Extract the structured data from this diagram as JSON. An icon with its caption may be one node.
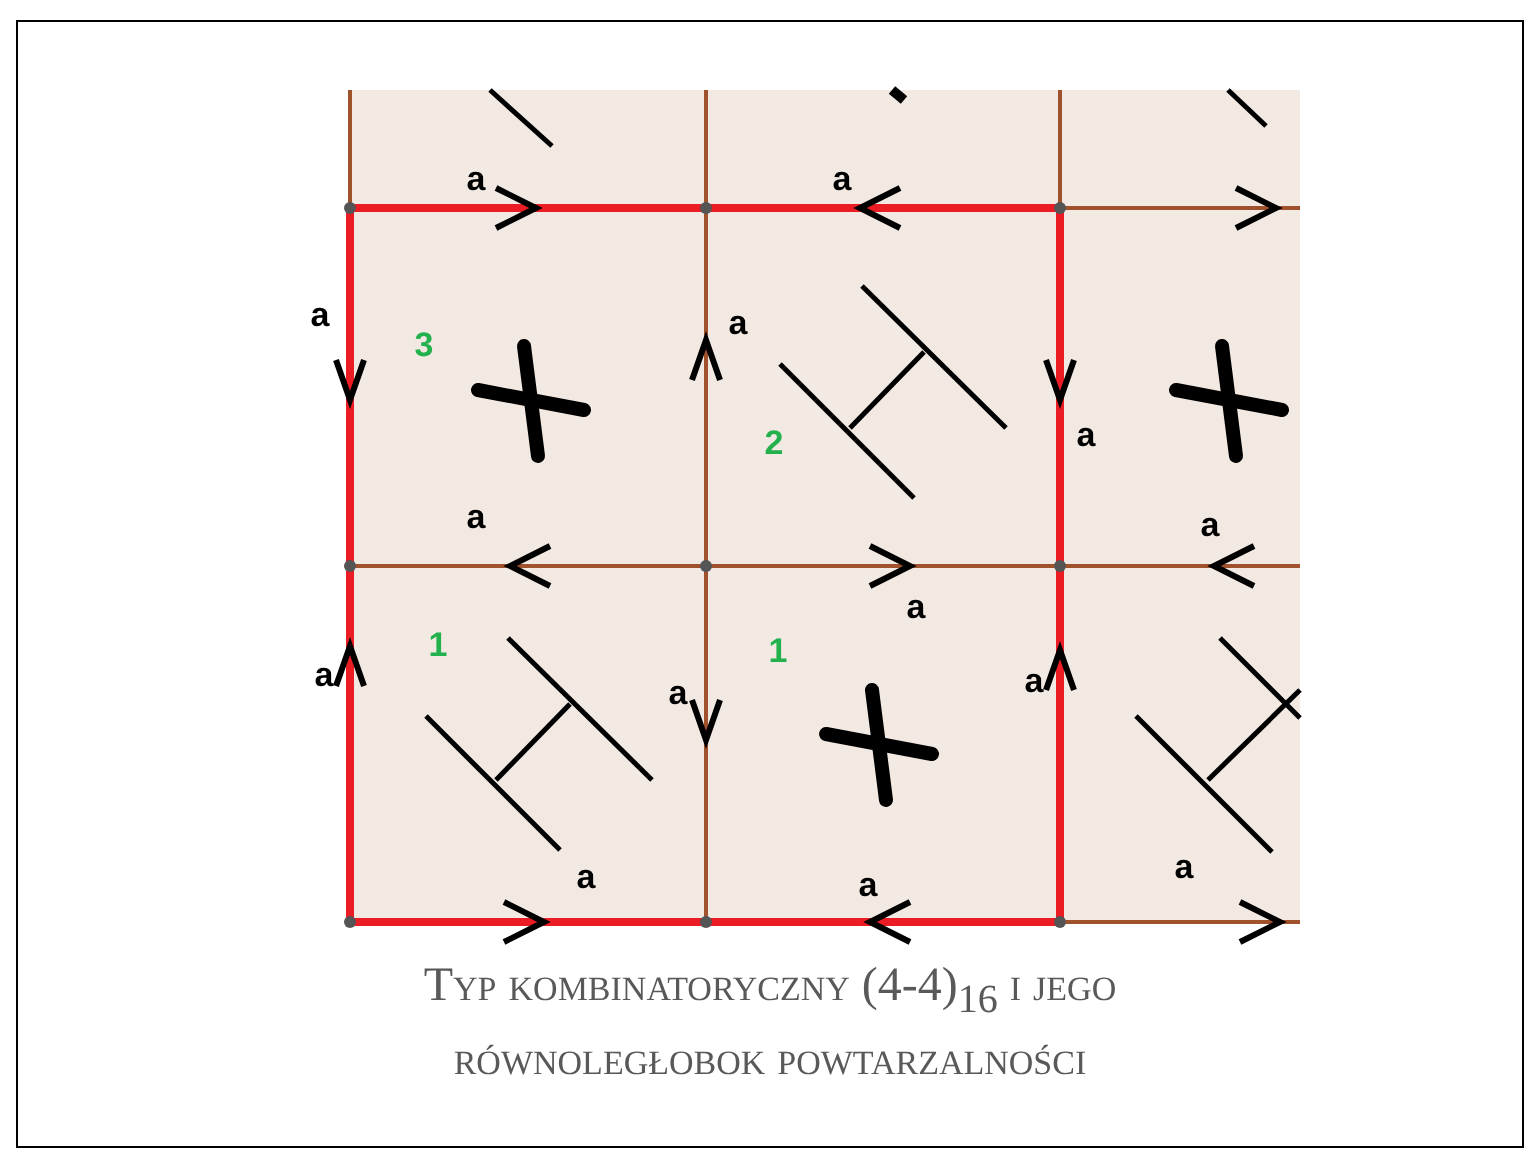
{
  "diagram": {
    "caption": "Typ kombinatoryczny (4-4)$_{16}$ i jego równoległobok powtarzalności",
    "labels": [
      "a",
      "a",
      "a",
      "a",
      "3",
      "2",
      "a",
      "a",
      "a",
      "a",
      "1",
      "1",
      "a",
      "a",
      "a",
      "a",
      "a",
      "a"
    ]
  }
}
